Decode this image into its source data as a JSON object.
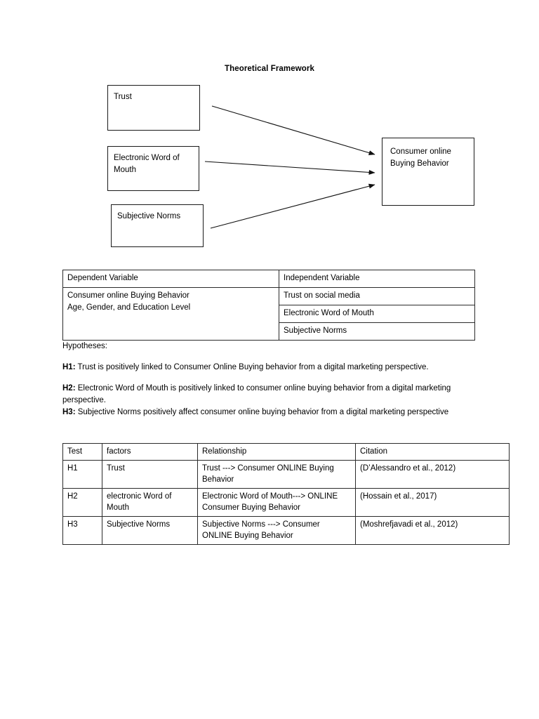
{
  "diagram": {
    "title": "Theoretical Framework",
    "nodes": [
      {
        "id": "trust",
        "label": "Trust"
      },
      {
        "id": "ewom",
        "label": "Electronic Word of\nMouth"
      },
      {
        "id": "subjective",
        "label": "Subjective Norms"
      },
      {
        "id": "outcome",
        "label": "Consumer online\nBuying Behavior"
      }
    ],
    "arrows": [
      {
        "from": "trust",
        "to": "outcome"
      },
      {
        "from": "ewom",
        "to": "outcome"
      },
      {
        "from": "subjective",
        "to": "outcome"
      }
    ],
    "line_color": "#1a1a1a"
  },
  "variables_table": {
    "headers": [
      "Dependent Variable",
      "Independent Variable"
    ],
    "dependent_cell": "Consumer online Buying Behavior\nAge, Gender, and Education Level",
    "independent_rows": [
      "Trust on social media",
      "Electronic Word of Mouth",
      "Subjective Norms"
    ]
  },
  "hypotheses_section": {
    "heading": "Hypotheses:",
    "items": [
      {
        "lead": "H1:",
        "text": " Trust is positively linked to Consumer Online Buying behavior from a digital marketing perspective."
      },
      {
        "lead": "H2:",
        "text": " Electronic Word of Mouth is positively linked to consumer online buying behavior from a digital marketing perspective."
      },
      {
        "lead": "H3:",
        "text": " Subjective Norms positively affect consumer online buying behavior from a digital marketing perspective"
      }
    ]
  },
  "hypotheses_table": {
    "headers": [
      "Test",
      "factors",
      "Relationship",
      "Citation"
    ],
    "rows": [
      {
        "test": "H1",
        "factors": "Trust",
        "relationship": "Trust ---> Consumer ONLINE Buying Behavior",
        "citation": "(D’Alessandro et al., 2012)"
      },
      {
        "test": "H2",
        "factors": "electronic Word of Mouth",
        "relationship": "Electronic Word of Mouth---> ONLINE Consumer Buying Behavior",
        "citation": "(Hossain et al., 2017)"
      },
      {
        "test": "H3",
        "factors": "Subjective Norms",
        "relationship": "Subjective Norms ---> Consumer ONLINE Buying Behavior",
        "citation": "(Moshrefjavadi et al., 2012)"
      }
    ]
  }
}
